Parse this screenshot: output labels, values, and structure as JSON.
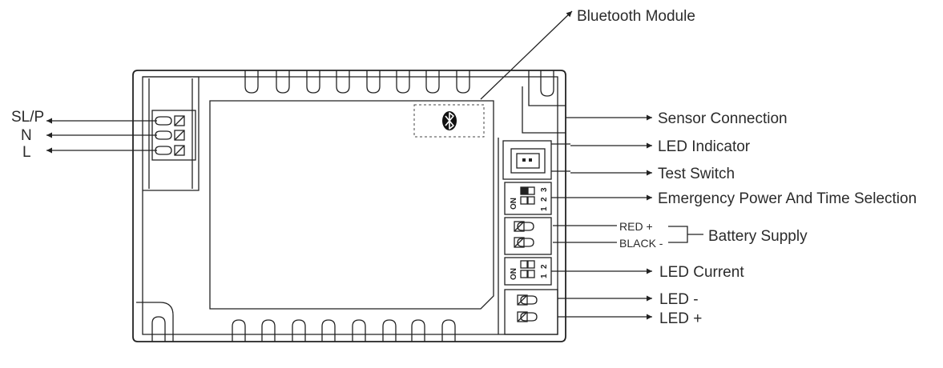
{
  "labels": {
    "bluetooth_module": "Bluetooth Module",
    "slp": "SL/P",
    "n": "N",
    "l": "L",
    "sensor_connection": "Sensor Connection",
    "led_indicator": "LED Indicator",
    "test_switch": "Test Switch",
    "emergency_selection": "Emergency Power And Time Selection",
    "red_plus": "RED +",
    "black_minus": "BLACK -",
    "battery_supply": "Battery Supply",
    "led_current": "LED Current",
    "led_minus": "LED -",
    "led_plus": "LED +"
  },
  "dip_switches": {
    "three_pos": {
      "on": "ON",
      "nums": [
        "1",
        "2",
        "3"
      ]
    },
    "two_pos": {
      "on": "ON",
      "nums": [
        "1",
        "2"
      ]
    }
  },
  "icons": {
    "bluetooth": "bluetooth-icon"
  },
  "colors": {
    "line": "#222222",
    "text": "#2b2b2b"
  }
}
